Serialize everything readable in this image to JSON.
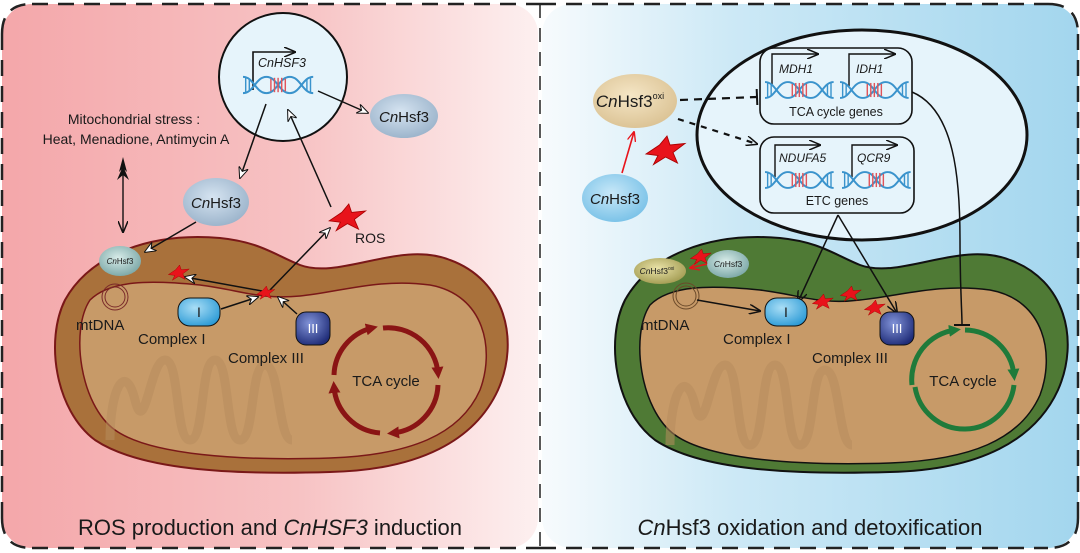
{
  "left_panel": {
    "caption_pre": "ROS production and ",
    "caption_italic": "CnHSF3",
    "caption_post": " induction",
    "nucleus_gene": "CnHSF3",
    "stress_title": "Mitochondrial stress :",
    "stress_agents": "Heat, Menadione, Antimycin A",
    "protein_cn": "Cn",
    "protein_hsf": "Hsf3",
    "ros_label": "ROS",
    "mtdna_label": "mtDNA",
    "complex1_symbol": "I",
    "complex1_label": "Complex I",
    "complex3_symbol": "III",
    "complex3_label": "Complex III",
    "tca_label": "TCA cycle"
  },
  "right_panel": {
    "caption_italic": "Cn",
    "caption_post": "Hsf3 oxidation and detoxification",
    "oxi_cn": "Cn",
    "oxi_hsf": "Hsf3",
    "oxi_sup": "oxi",
    "protein_cn": "Cn",
    "protein_hsf": "Hsf3",
    "tca_genes": [
      "MDH1",
      "IDH1"
    ],
    "tca_genes_label": "TCA cycle genes",
    "etc_genes": [
      "NDUFA5",
      "QCR9"
    ],
    "etc_genes_label": "ETC genes",
    "mtdna_label": "mtDNA",
    "complex1_symbol": "I",
    "complex1_label": "Complex I",
    "complex3_symbol": "III",
    "complex3_label": "Complex III",
    "tca_label": "TCA cycle"
  },
  "colors": {
    "ros_red": "#e8131b",
    "left_bg": "#f6b7b9",
    "right_bg": "#a9daf0",
    "mito_outer_left": "#a8703a",
    "mito_inner": "#c79a68",
    "mito_outer_right": "#4f7a35",
    "tca_left": "#8a1414",
    "tca_right": "#1f7a3a",
    "complex1": "#3aaee3",
    "complex3": "#2c3d8f"
  }
}
